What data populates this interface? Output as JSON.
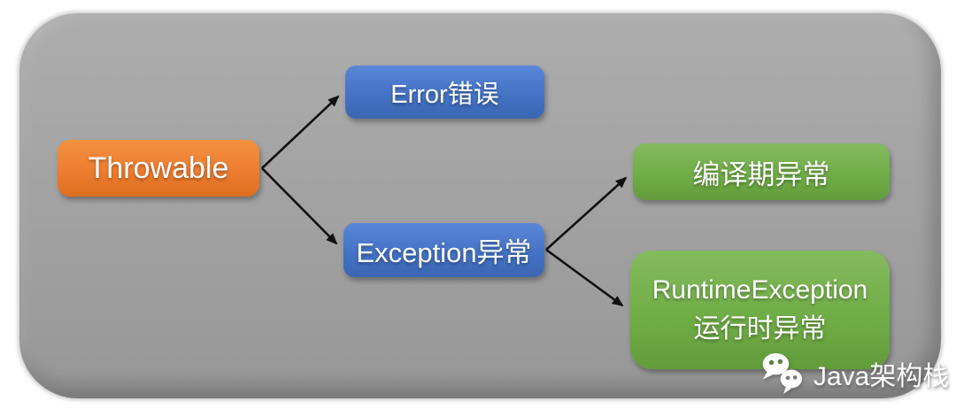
{
  "diagram": {
    "nodes": {
      "throwable": {
        "label": "Throwable",
        "color": "#ed7d31"
      },
      "error": {
        "label": "Error错误",
        "color": "#4472c4"
      },
      "exception": {
        "label": "Exception异常",
        "color": "#4472c4"
      },
      "compile_time": {
        "label": "编译期异常",
        "color": "#70ad47"
      },
      "runtime": {
        "line1": "RuntimeException",
        "line2": "运行时异常",
        "color": "#70ad47"
      }
    },
    "edges": [
      {
        "from": "throwable",
        "to": "error"
      },
      {
        "from": "throwable",
        "to": "exception"
      },
      {
        "from": "exception",
        "to": "compile_time"
      },
      {
        "from": "exception",
        "to": "runtime"
      }
    ],
    "palette": {
      "panel_gray_top": "#adadad",
      "panel_gray_bottom": "#979797",
      "orange": "#ed7d31",
      "blue": "#4472c4",
      "green": "#70ad47",
      "arrow": "#111111",
      "node_text": "#ffffff",
      "page_background": "#ffffff"
    }
  },
  "watermark": {
    "label": "Java架构栈",
    "icon": "wechat-icon"
  }
}
